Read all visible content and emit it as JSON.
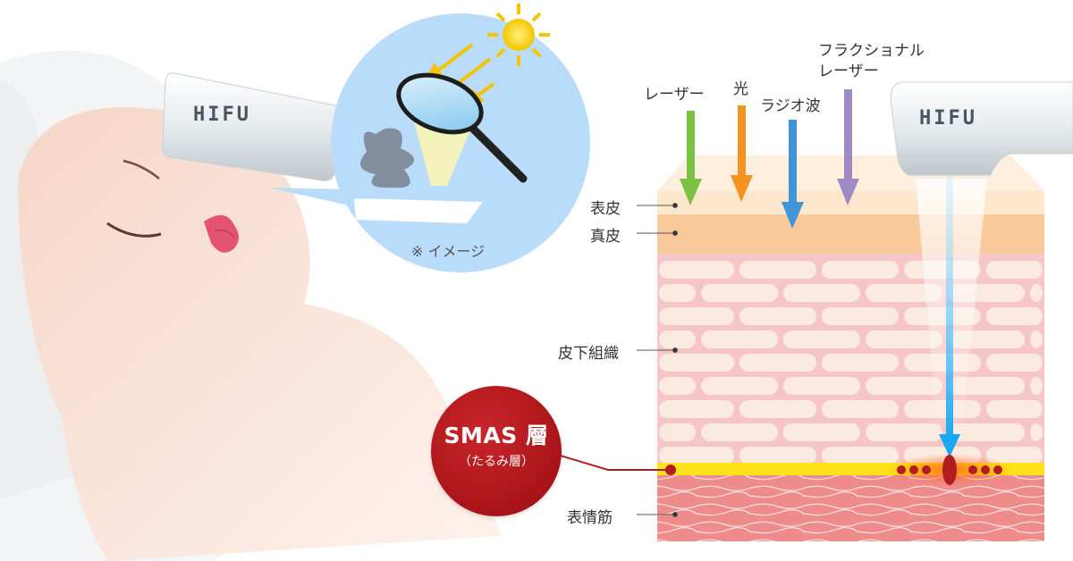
{
  "device": {
    "left_label": "HIFU",
    "right_label": "HIFU"
  },
  "bubble": {
    "caption": "※ イメージ"
  },
  "energy_sources": [
    {
      "label": "レーザー",
      "color": "#7cc242"
    },
    {
      "label": "光",
      "color": "#f39324"
    },
    {
      "label": "ラジオ波",
      "color": "#3f95d6"
    },
    {
      "label_line1": "フラクショナル",
      "label_line2": "レーザー",
      "color": "#9f8ac6"
    }
  ],
  "layers": {
    "epidermis": "表皮",
    "dermis": "真皮",
    "subcutaneous": "皮下組織",
    "muscle": "表情筋"
  },
  "smas": {
    "title": "SMAS 層",
    "subtitle": "（たるみ層）",
    "color": "#b21c21"
  },
  "colors": {
    "epidermis": "#fde7cc",
    "dermis": "#f9c99b",
    "fat_bg": "#f6c6c6",
    "fat_cell": "#fbeae0",
    "smas_band": "#ffe21a",
    "muscle": "#ee8c8c",
    "hifu_beam": "#27b2f0"
  }
}
